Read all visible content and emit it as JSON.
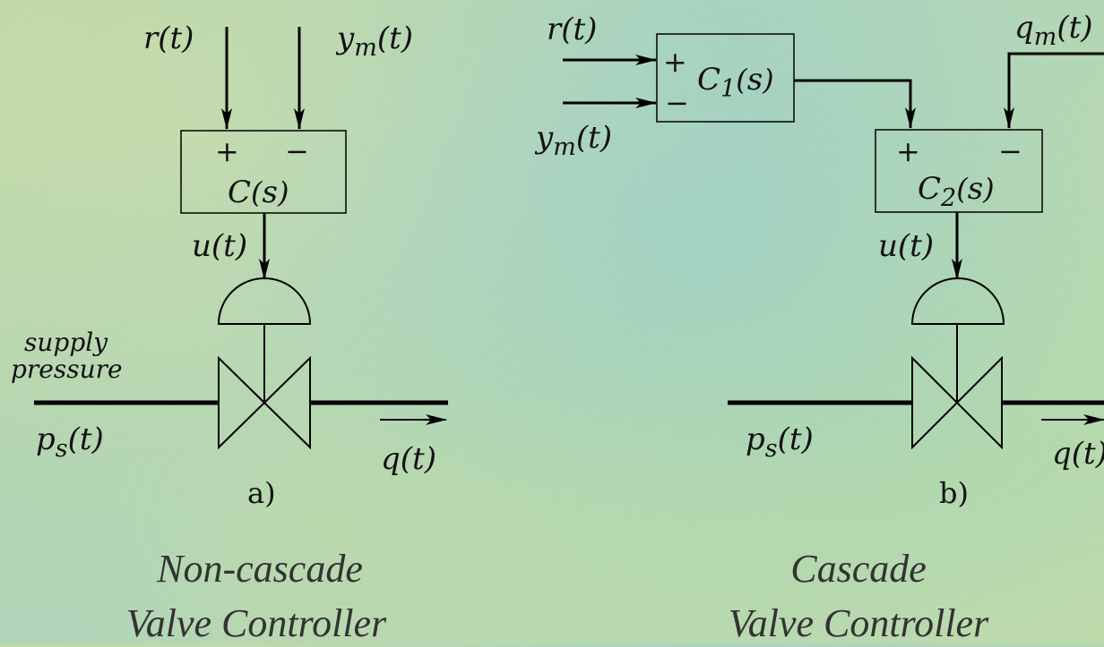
{
  "diagram_a": {
    "input_r": "r(t)",
    "input_y": "y_m(t)",
    "controller": "C(s)",
    "sign_plus": "+",
    "sign_minus": "−",
    "signal_u": "u(t)",
    "supply_line1": "supply",
    "supply_line2": "pressure",
    "pressure": "p_s(t)",
    "flow": "q(t)",
    "label": "a)",
    "caption_line1": "Non-cascade",
    "caption_line2": "Valve Controller"
  },
  "diagram_b": {
    "input_r": "r(t)",
    "input_y": "y_m(t)",
    "input_q": "q_m(t)",
    "controller1": "C_1(s)",
    "controller2": "C_2(s)",
    "sign_plus": "+",
    "sign_minus": "−",
    "signal_u": "u(t)",
    "pressure": "p_s(t)",
    "flow": "q(t)",
    "label": "b)",
    "caption_line1": "Cascade",
    "caption_line2": "Valve Controller"
  },
  "colors": {
    "line": "#000000",
    "caption": "#333333",
    "background_green": "#bcd6a6",
    "background_teal": "#a9d3c0"
  }
}
